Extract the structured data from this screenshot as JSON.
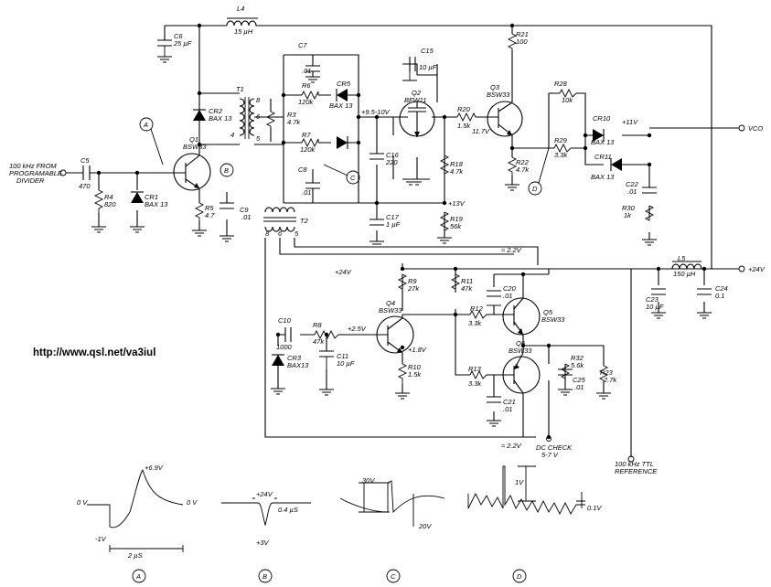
{
  "url": "http://www.qsl.net/va3iul",
  "input": {
    "line1": "100 kHz FROM",
    "line2": "PROGRAMABLE",
    "line3": "DIVIDER"
  },
  "outputs": {
    "vco": "VCO",
    "supply": "+24V",
    "ref1": "100 kHz TTL",
    "ref2": "REFERENCE",
    "dccheck1": "DC CHECK",
    "dccheck2": "5-7 V"
  },
  "voltages": {
    "plus11": "+11V",
    "v95": "+9.5-10V",
    "v117": "11.7V",
    "plus13": "+13V",
    "plus24": "+24V",
    "approx22top": "≈ 2.2V",
    "approx22bot": "≈ 2.2V",
    "plus25": "+2.5V",
    "plus18": "+1.8V"
  },
  "components": {
    "L4": {
      "ref": "L4",
      "val": "15 µH"
    },
    "L5": {
      "ref": "L5",
      "val": "150 µH"
    },
    "C5": {
      "ref": "C5",
      "val": "470"
    },
    "C6": {
      "ref": "C6",
      "val": "25 µF"
    },
    "C7": {
      "ref": "C7",
      "val": ".01"
    },
    "C8": {
      "ref": "C8",
      "val": ".01"
    },
    "C9": {
      "ref": "C9",
      "val": ".01"
    },
    "C10": {
      "ref": "C10",
      "val": "1000"
    },
    "C11": {
      "ref": "C11",
      "val": "10 µF"
    },
    "C15": {
      "ref": "C15",
      "val": "10 µF"
    },
    "C16": {
      "ref": "C16",
      "val": "220"
    },
    "C17": {
      "ref": "C17",
      "val": "1 µF"
    },
    "C20": {
      "ref": "C20",
      "val": ".01"
    },
    "C21": {
      "ref": "C21",
      "val": ".01"
    },
    "C22": {
      "ref": "C22",
      "val": ".01"
    },
    "C23": {
      "ref": "C23",
      "val": "10 µF"
    },
    "C24": {
      "ref": "C24",
      "val": "0.1"
    },
    "C25": {
      "ref": "C25",
      "val": ".01"
    },
    "R3": {
      "ref": "R3",
      "val": "4.7k"
    },
    "R4": {
      "ref": "R4",
      "val": "820"
    },
    "R5": {
      "ref": "R5",
      "val": "4.7"
    },
    "R6": {
      "ref": "R6",
      "val": "120k"
    },
    "R7": {
      "ref": "R7",
      "val": "120k"
    },
    "R8": {
      "ref": "R8",
      "val": "47k"
    },
    "R9": {
      "ref": "R9",
      "val": "27k"
    },
    "R10": {
      "ref": "R10",
      "val": "1.5k"
    },
    "R11": {
      "ref": "R11",
      "val": "47k"
    },
    "R12": {
      "ref": "R12",
      "val": "3.3k"
    },
    "R13": {
      "ref": "R13",
      "val": "3.3k"
    },
    "R18": {
      "ref": "R18",
      "val": "4.7k"
    },
    "R19": {
      "ref": "R19",
      "val": "56k"
    },
    "R20": {
      "ref": "R20",
      "val": "1.5k"
    },
    "R21": {
      "ref": "R21",
      "val": "100"
    },
    "R22": {
      "ref": "R22",
      "val": "4.7k"
    },
    "R23": {
      "ref": "R23",
      "val": "2.7k"
    },
    "R28": {
      "ref": "R28",
      "val": "10k"
    },
    "R29": {
      "ref": "R29",
      "val": "3.3k"
    },
    "R30": {
      "ref": "R30",
      "val": "1k"
    },
    "R32": {
      "ref": "R32",
      "val": "5.6k"
    },
    "CR1": {
      "ref": "CR1",
      "val": "BAX 13"
    },
    "CR2": {
      "ref": "CR2",
      "val": "BAX 13"
    },
    "CR3": {
      "ref": "CR3",
      "val": "BAX13"
    },
    "CR5": {
      "ref": "CR5",
      "val": "BAX 13"
    },
    "CR10": {
      "ref": "CR10",
      "val": "BAX 13"
    },
    "CR11": {
      "ref": "CR11",
      "val": "BAX 13"
    },
    "Q1": {
      "ref": "Q1",
      "val": "BSW33"
    },
    "Q2": {
      "ref": "Q2",
      "val": "BFW11"
    },
    "Q3": {
      "ref": "Q3",
      "val": "BSW33"
    },
    "Q4": {
      "ref": "Q4",
      "val": "BSW33"
    },
    "Q5": {
      "ref": "Q5",
      "val": "BSW33"
    },
    "Q6": {
      "ref": "Q6",
      "val": "BSW33"
    },
    "T1": {
      "ref": "T1"
    },
    "T2": {
      "ref": "T2"
    }
  },
  "pins": {
    "t1_8": "8",
    "t1_6": "6",
    "t1_5": "5",
    "t1_4": "4",
    "t2_8": "8",
    "t2_6": "6",
    "t2_5": "5"
  },
  "testpoints": {
    "A": "A",
    "B": "B",
    "C": "C",
    "D": "D"
  },
  "waveforms": {
    "A": {
      "peak": "+6.9V",
      "zeroL": "0 V",
      "zeroR": "0 V",
      "neg": "-1V",
      "width": "2 µS",
      "tag": "A"
    },
    "B": {
      "top": "+24V",
      "bottom": "+3V",
      "width": "0.4 µS",
      "tag": "B"
    },
    "C": {
      "amp": "30V",
      "dip": "20V",
      "tag": "C"
    },
    "D": {
      "amp": "1V",
      "ripple": "0.1V",
      "tag": "D"
    }
  }
}
